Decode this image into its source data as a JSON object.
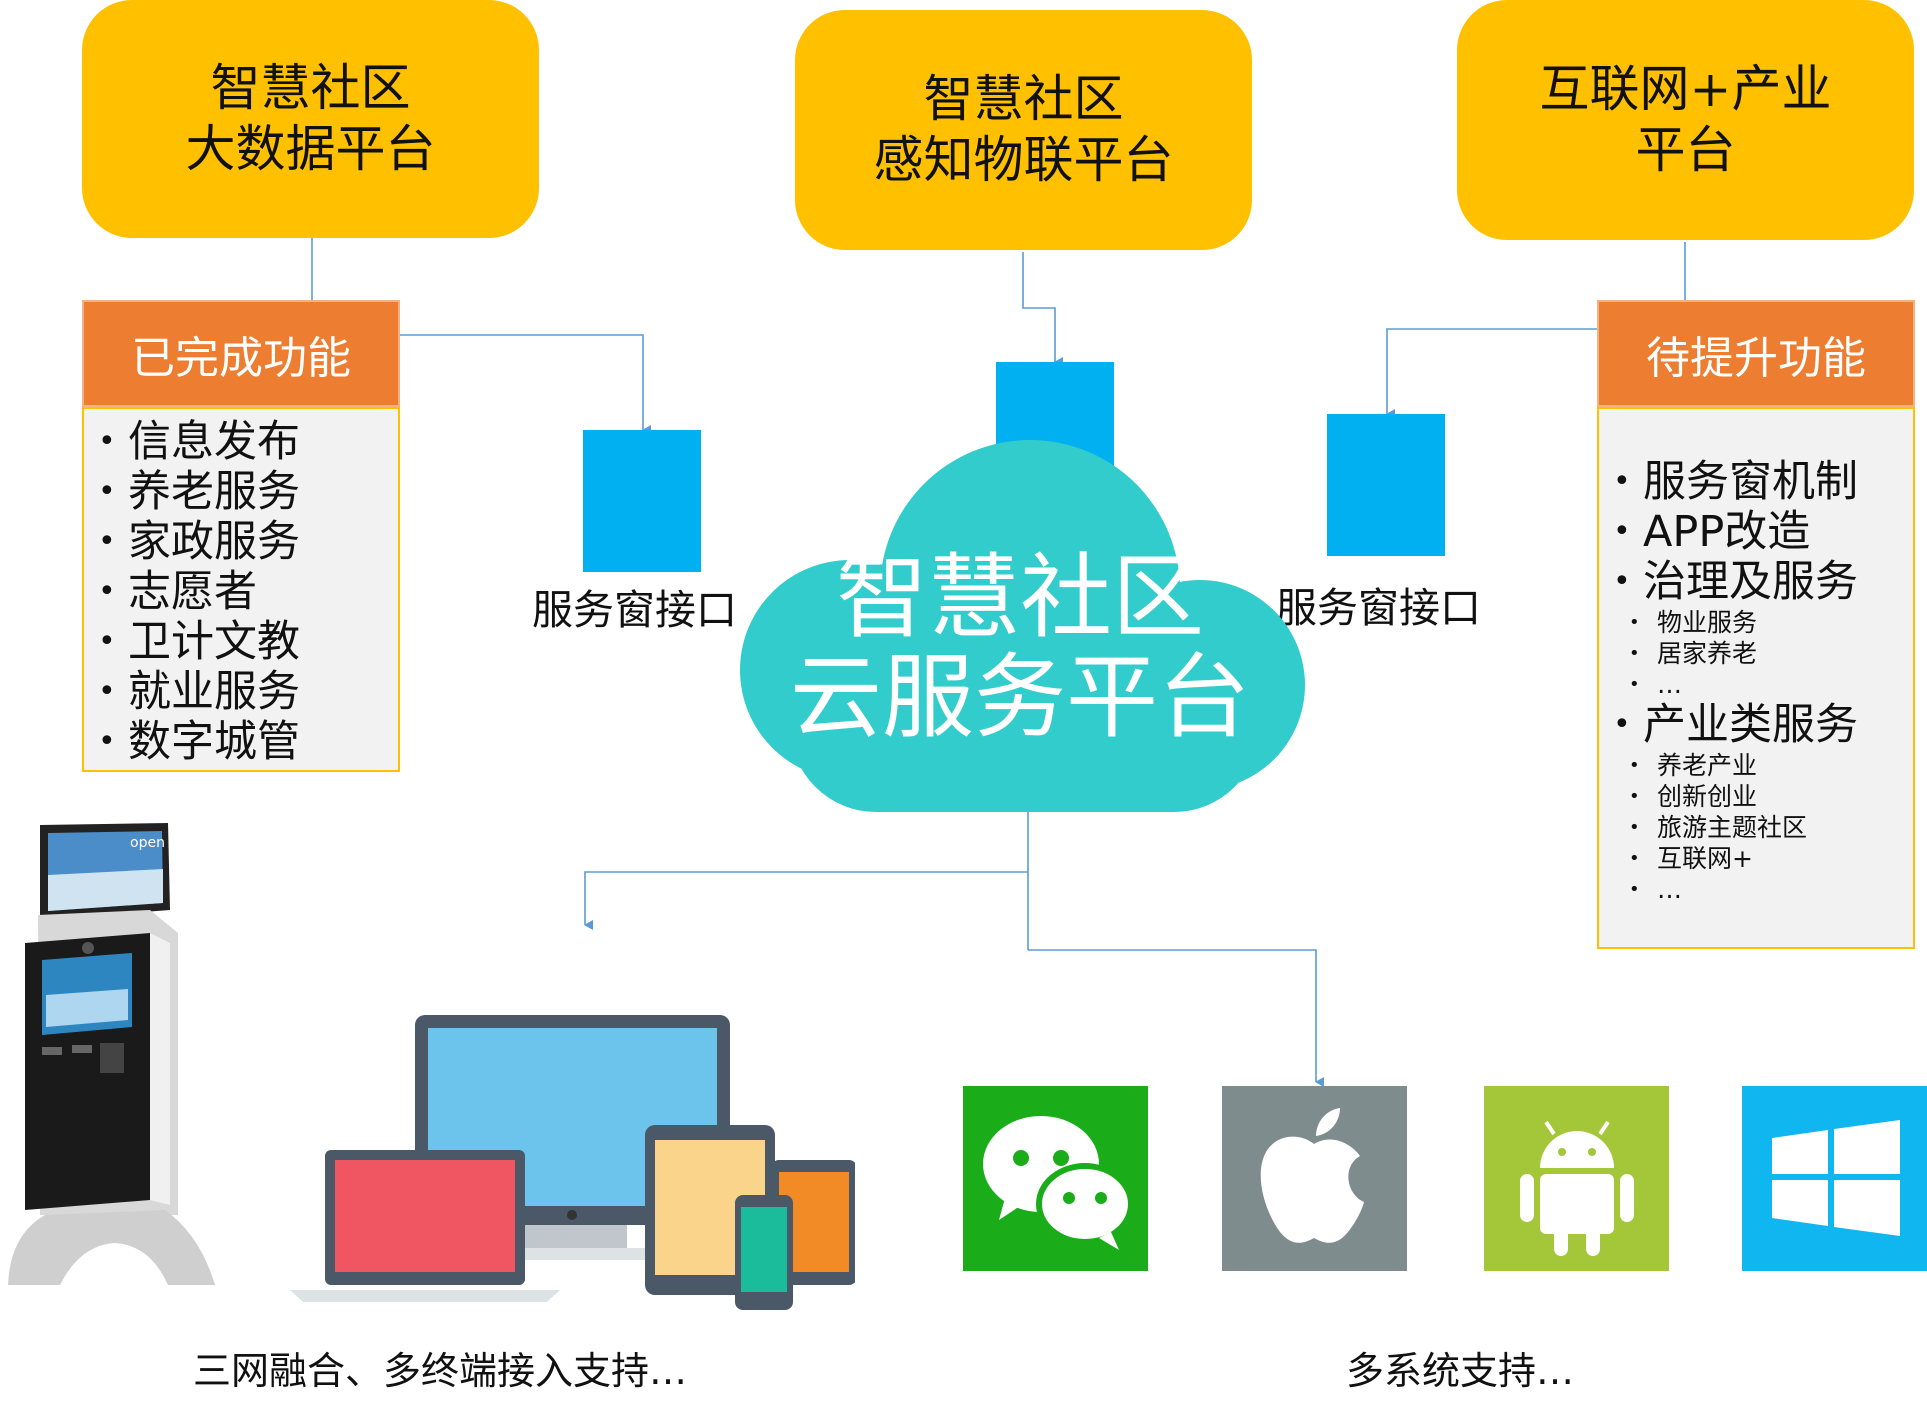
{
  "top_boxes": {
    "left": {
      "line1": "智慧社区",
      "line2": "大数据平台"
    },
    "center": {
      "line1": "智慧社区",
      "line2": "感知物联平台"
    },
    "right": {
      "line1": "互联网+产业",
      "line2": "平台"
    }
  },
  "completed_panel": {
    "title": "已完成功能",
    "items": [
      "信息发布",
      "养老服务",
      "家政服务",
      "志愿者",
      "卫计文教",
      "就业服务",
      "数字城管"
    ]
  },
  "pending_panel": {
    "title": "待提升功能",
    "item1": "服务窗机制",
    "item2": "APP改造",
    "item3": "治理及服务",
    "item3_sub": [
      "物业服务",
      "居家养老",
      "…"
    ],
    "item4": "产业类服务",
    "item4_sub": [
      "养老产业",
      "创新创业",
      "旅游主题社区",
      "互联网+",
      "…"
    ]
  },
  "interfaces": {
    "left_label": "服务窗接口",
    "right_label": "服务窗接口"
  },
  "cloud": {
    "line1": "智慧社区",
    "line2": "云服务平台"
  },
  "kiosk": {
    "screen_text": "open"
  },
  "captions": {
    "devices": "三网融合、多终端接入支持…",
    "systems": "多系统支持…"
  },
  "icons": [
    "wechat-icon",
    "apple-icon",
    "android-icon",
    "windows-icon"
  ],
  "colors": {
    "accent_yellow": "#FFC000",
    "accent_orange": "#ED7D31",
    "cloud": "#33CCCC",
    "blue": "#00B0F0",
    "wechat": "#1AAD19",
    "apple": "#7F8C8D",
    "android": "#A4C639",
    "windows": "#10B6F0",
    "connector": "#5B9BD5"
  }
}
